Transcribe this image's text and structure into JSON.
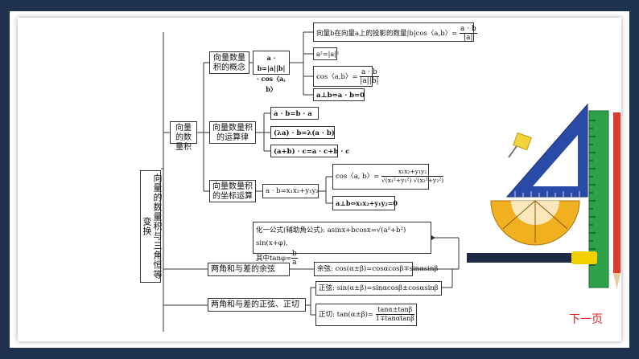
{
  "root": "向量的数量积与三角恒等变换",
  "branch_a": "向量的数量积",
  "concept": {
    "label": "向量数量积的概念",
    "def": "a · b=|a||b| · cos〈a, b〉",
    "projection": "向量b在向量a上的投影的数量|b|cos〈a,b〉= ",
    "projection_num": "a · b",
    "projection_den": "|a|",
    "square": "a²=|a|²",
    "cos_lhs": "cos〈a,b〉=",
    "cos_num": "a · b",
    "cos_den": "|a||b|",
    "perp": "a⊥b⇔a · b=0"
  },
  "laws": {
    "label": "向量数量积的运算律",
    "l1": "a · b=b · a",
    "l2": "(λa) · b=λ(a · b)",
    "l3": "(a+b) · c=a · c+b · c"
  },
  "coords": {
    "label": "向量数量积的坐标运算",
    "formula": "a · b=x₁x₂+y₁y₂",
    "cos_lhs": "cos〈a, b〉=",
    "cos_num": "x₁x₂+y₁y₂",
    "cos_den": "√(x₁²+y₁²) √(x₂²+y₂²)",
    "perp": "a⊥b⇔x₁x₂+y₁y₂=0"
  },
  "aux": {
    "line1": "化一公式(辅助角公式): asinx+bcosx=√(a²+b²) sin(x+φ),",
    "line2_lhs": "其中tanφ=",
    "line2_num": "b",
    "line2_den": "a"
  },
  "cosine": {
    "label": "两角和与差的余弦",
    "formula": "余弦: cos(α±β)=cosαcosβ∓sinαsinβ"
  },
  "sin_tan": {
    "label": "两角和与差的正弦、正切",
    "sin": "正弦: sin(α±β)=sinαcosβ±cosαsinβ",
    "tan_lhs": "正切: tan(α±β)=",
    "tan_num": "tanα±tanβ",
    "tan_den": "1∓tanαtanβ"
  },
  "next_label": "下一页",
  "colors": {
    "frame": "#1e3250",
    "next": "#e02020",
    "ruler_green": "#2ea24a",
    "triangle_blue": "#2a4aa8",
    "protractor": "#f0b020"
  }
}
